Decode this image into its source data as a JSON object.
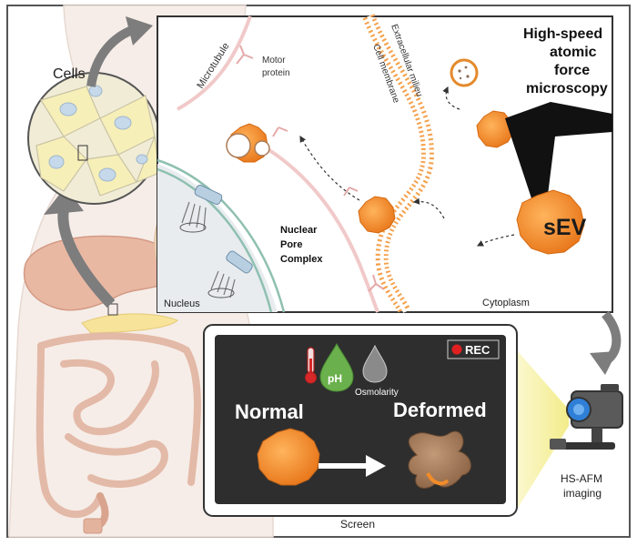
{
  "labels": {
    "cells": "Cells",
    "microtubule": "Microtubule",
    "motor_protein_line1": "Motor",
    "motor_protein_line2": "protein",
    "extracellular_milieu": "Extracellular milieu",
    "cell_membrane": "Cell membrane",
    "title_line1": "High-speed",
    "title_line2": "atomic",
    "title_line3": "force",
    "title_line4": "microscopy",
    "sev": "sEV",
    "npc_line1": "Nuclear",
    "npc_line2": "Pore",
    "npc_line3": "Complex",
    "nucleus": "Nucleus",
    "cytoplasm": "Cytoplasm",
    "rec": "REC",
    "ph": "pH",
    "osmolarity": "Osmolarity",
    "normal": "Normal",
    "deformed": "Deformed",
    "screen": "Screen",
    "hsafm_line1": "HS-AFM",
    "hsafm_line2": "imaging"
  },
  "colors": {
    "vesicle_orange": "#f28c28",
    "membrane_orange": "#f5a04a",
    "screen_dark": "#2e2e2e",
    "organ_tint": "#efc9b5",
    "rec_red": "#e02020",
    "ph_green": "#6ab04c",
    "camera_blue": "#2f7fd6",
    "deformed_brown": "#a87b58"
  },
  "icons": [
    "thermometer-icon",
    "ph-drop-icon",
    "osmolarity-drop-icon",
    "rec-dot-icon",
    "camera-icon",
    "arrow-right-icon"
  ]
}
